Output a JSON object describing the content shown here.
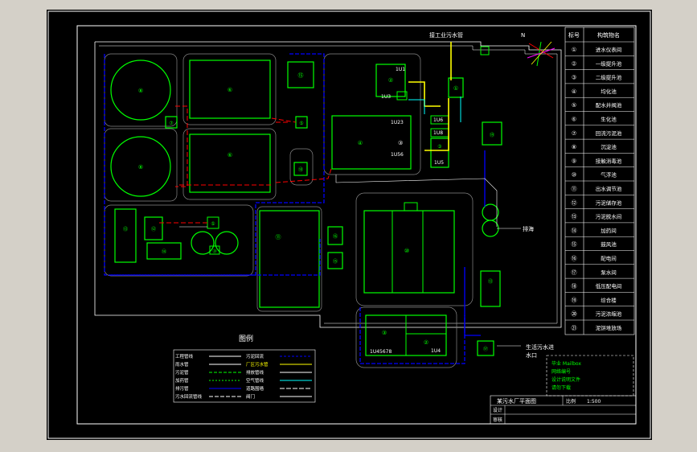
{
  "drawing": {
    "title": "某污水厂平面图",
    "scale_label": "比例",
    "scale_value": "1:500",
    "row2_label": "设计",
    "row3_label": "审核"
  },
  "annotations": {
    "inlet_top": "接工业污水管",
    "outlet_right": "排海",
    "inlet_bottom_1": "生活污水进",
    "inlet_bottom_2": "水口",
    "north_label": "N"
  },
  "legend_table": {
    "header_no": "标号",
    "header_name": "构筑物名",
    "rows": [
      {
        "no": "①",
        "name": "进水仪表间"
      },
      {
        "no": "②",
        "name": "一级提升池"
      },
      {
        "no": "③",
        "name": "二级提升池"
      },
      {
        "no": "④",
        "name": "均化池"
      },
      {
        "no": "⑤",
        "name": "配水井阀池"
      },
      {
        "no": "⑥",
        "name": "生化池"
      },
      {
        "no": "⑦",
        "name": "回流污泥池"
      },
      {
        "no": "⑧",
        "name": "沉淀池"
      },
      {
        "no": "⑨",
        "name": "接触消毒池"
      },
      {
        "no": "⑩",
        "name": "气浮池"
      },
      {
        "no": "⑪",
        "name": "出水调节池"
      },
      {
        "no": "⑫",
        "name": "污泥储存池"
      },
      {
        "no": "⑬",
        "name": "污泥脱水间"
      },
      {
        "no": "⑭",
        "name": "加药间"
      },
      {
        "no": "⑮",
        "name": "鼓风池"
      },
      {
        "no": "⑯",
        "name": "配电间"
      },
      {
        "no": "⑰",
        "name": "泵水间"
      },
      {
        "no": "⑱",
        "name": "低压配电间"
      },
      {
        "no": "⑲",
        "name": "综合楼"
      },
      {
        "no": "⑳",
        "name": "污泥浓缩池"
      },
      {
        "no": "㉑",
        "name": "泥饼堆放场"
      }
    ]
  },
  "legend": {
    "title": "图例",
    "items": [
      "工程管线",
      "雨水管",
      "污泥管",
      "加药管",
      "排污管",
      "污水回流管线",
      "污泥回流",
      "厂区污水管",
      "排放管线",
      "空气管线",
      "道路围墙",
      "阀门"
    ]
  },
  "stamp": {
    "line1": "毕业 Mailbox",
    "line2": "网络编号",
    "line3": "设计说明文件",
    "line4": "请勿下载"
  },
  "units": {
    "b1": "1U1",
    "b2": "1U3",
    "b3": "1U23",
    "b4": "1U56",
    "b5": "1U8",
    "b6": "1U5",
    "b7": "1U45678",
    "b8": "1U4",
    "b9": "1U6"
  },
  "colors": {
    "paper": "#000000",
    "structure": "#00ff00",
    "frame": "#ffffff",
    "sewage": "#0000ff",
    "sludge": "#ff0000",
    "industrial": "#ffff00",
    "pipe": "#00ffff"
  }
}
